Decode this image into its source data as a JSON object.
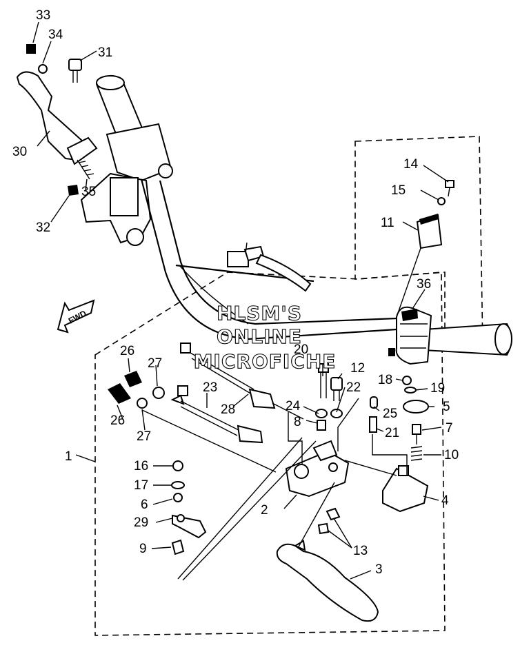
{
  "watermark": {
    "line1": "HLSM'S",
    "line2": "ONLINE",
    "line3": "MICROFICHE"
  },
  "direction_arrow": {
    "label": "FWD",
    "icon": "forward-arrow-icon"
  },
  "callouts": {
    "c1": "1",
    "c2": "2",
    "c3": "3",
    "c4": "4",
    "c5": "5",
    "c6": "6",
    "c7": "7",
    "c8": "8",
    "c9": "9",
    "c10": "10",
    "c11": "11",
    "c12": "12",
    "c13": "13",
    "c14": "14",
    "c15": "15",
    "c16": "16",
    "c17": "17",
    "c18": "18",
    "c19": "19",
    "c20": "20",
    "c21": "21",
    "c22": "22",
    "c23": "23",
    "c24": "24",
    "c25": "25",
    "c26a": "26",
    "c26b": "26",
    "c27a": "27",
    "c27b": "27",
    "c28": "28",
    "c29": "29",
    "c30": "30",
    "c31": "31",
    "c32": "32",
    "c33": "33",
    "c34": "34",
    "c35": "35",
    "c36": "36"
  }
}
